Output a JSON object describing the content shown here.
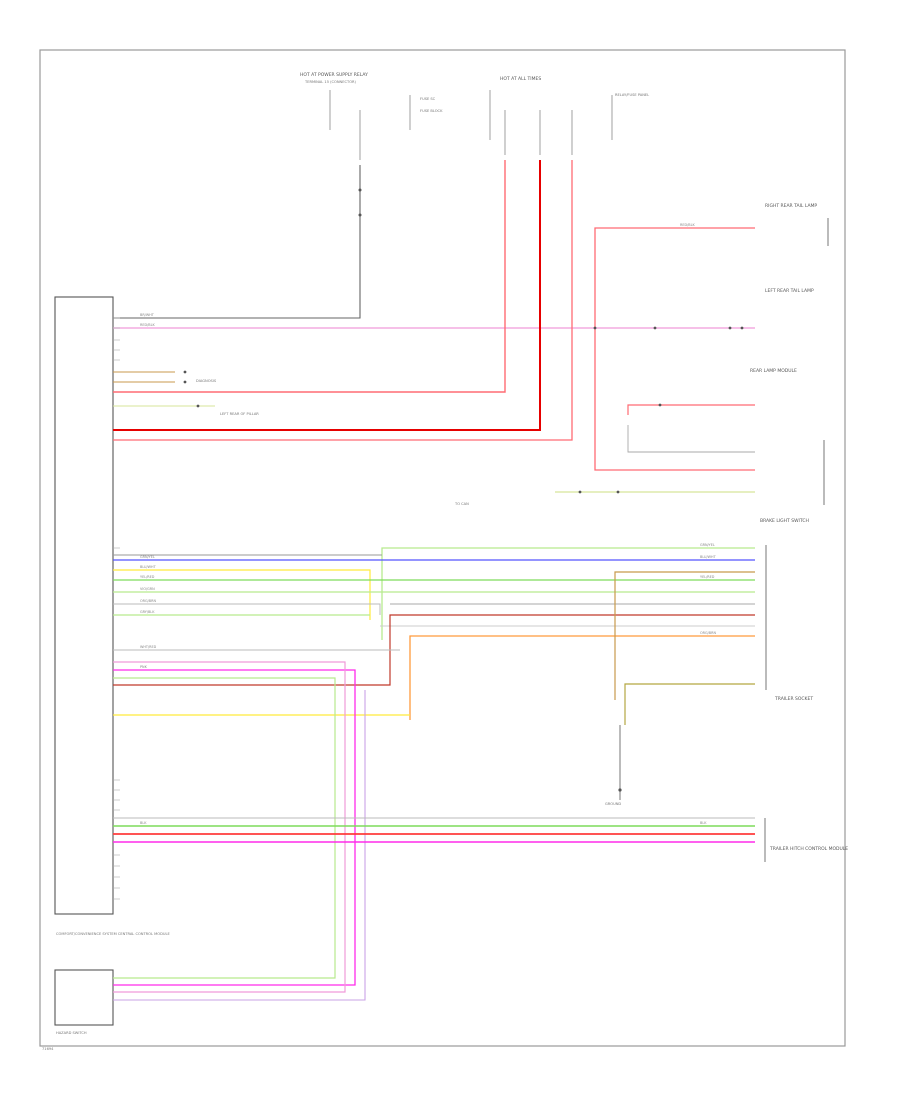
{
  "wire_colors": {
    "red": "#ff6b73",
    "red_bright": "#e60000",
    "pink": "#f09bd9",
    "magenta": "#ff2bea",
    "green": "#7ddc5a",
    "light_green": "#b7ea8e",
    "blue": "#5555ff",
    "yellow": "#ffeb3b",
    "orange": "#ff9a3c",
    "brown": "#c89a4c",
    "gray": "#bbbbbb",
    "dark_gray": "#666666",
    "black": "#333333",
    "white_wire": "#dddddd",
    "frame": "#9a9a9a"
  },
  "diagram_labels": {
    "hot_supply": "HOT AT POWER SUPPLY RELAY",
    "hot_supply_2": "TERMINAL 15 (CONNECTOR)",
    "hot_all_times": "HOT AT ALL TIMES",
    "fuse_sc": "FUSE SC",
    "fuse_block": "FUSE BLOCK",
    "relay_fuse": "RELAY/FUSE PANEL",
    "right_rear_tail": "RIGHT REAR TAIL LAMP",
    "left_rear_tail": "LEFT REAR TAIL LAMP",
    "rear_lamp_mod": "REAR LAMP MODULE",
    "brake_light_sw": "BRAKE LIGHT SWITCH",
    "trailer_socket": "TRAILER SOCKET",
    "trailer_control": "TRAILER HITCH CONTROL MODULE",
    "comfort_ecu": "COMFORT/CONVENIENCE SYSTEM CENTRAL CONTROL MODULE",
    "hazard_switch": "HAZARD SWITCH",
    "ground": "GROUND",
    "ground_body": "LEFT REAR OF PILLAR",
    "diagnosis": "DIAGNOSIS",
    "to_can": "TO CAN",
    "wire_br": "BR/WHT",
    "wire_rd": "RED/BLK",
    "wire_gn": "GRN/YEL",
    "wire_bu": "BLU/WHT",
    "wire_ye": "YEL/RED",
    "wire_vi": "VIO/GRN",
    "wire_og": "ORG/BRN",
    "wire_gy": "GRY/BLK",
    "wire_wh": "WHT/RED",
    "wire_pk": "PNK",
    "wire_bk": "BLK",
    "page_ref": "71694"
  }
}
